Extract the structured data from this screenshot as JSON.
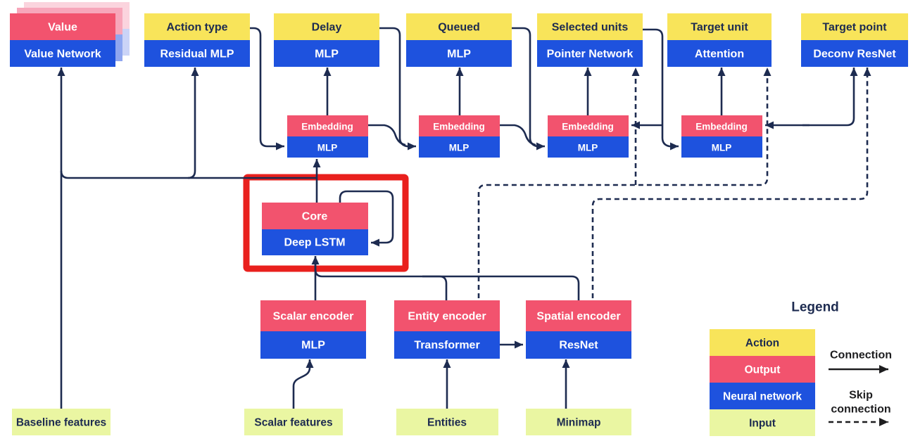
{
  "heads": [
    {
      "label": "Value",
      "network": "Value Network",
      "style": "output",
      "stacked": true
    },
    {
      "label": "Action type",
      "network": "Residual MLP",
      "style": "action"
    },
    {
      "label": "Delay",
      "network": "MLP",
      "style": "action"
    },
    {
      "label": "Queued",
      "network": "MLP",
      "style": "action"
    },
    {
      "label": "Selected units",
      "network": "Pointer Network",
      "style": "action"
    },
    {
      "label": "Target unit",
      "network": "Attention",
      "style": "action"
    },
    {
      "label": "Target point",
      "network": "Deconv ResNet",
      "style": "action"
    }
  ],
  "embeddings": [
    {
      "label": "Embedding",
      "network": "MLP"
    },
    {
      "label": "Embedding",
      "network": "MLP"
    },
    {
      "label": "Embedding",
      "network": "MLP"
    },
    {
      "label": "Embedding",
      "network": "MLP"
    }
  ],
  "core": {
    "label": "Core",
    "network": "Deep LSTM",
    "highlighted": true,
    "highlight_color": "#E9201D"
  },
  "encoders": [
    {
      "label": "Scalar encoder",
      "network": "MLP"
    },
    {
      "label": "Entity encoder",
      "network": "Transformer"
    },
    {
      "label": "Spatial encoder",
      "network": "ResNet"
    }
  ],
  "inputs": [
    {
      "label": "Baseline features"
    },
    {
      "label": "Scalar features"
    },
    {
      "label": "Entities"
    },
    {
      "label": "Minimap"
    }
  ],
  "legend": {
    "title": "Legend",
    "items": [
      {
        "label": "Action",
        "color": "#F8E45A"
      },
      {
        "label": "Output",
        "color": "#F2536E"
      },
      {
        "label": "Neural network",
        "color": "#1E52DE"
      },
      {
        "label": "Input",
        "color": "#EAF6A2"
      }
    ],
    "connection": {
      "label": "Connection",
      "style": "solid"
    },
    "skip_connection": {
      "label_line1": "Skip",
      "label_line2": "connection",
      "style": "dashed"
    }
  },
  "colors": {
    "action": "#F8E45A",
    "output": "#F2536E",
    "neural_network": "#1E52DE",
    "input": "#EAF6A2",
    "line": "#1D2B50",
    "highlight": "#E9201D"
  }
}
